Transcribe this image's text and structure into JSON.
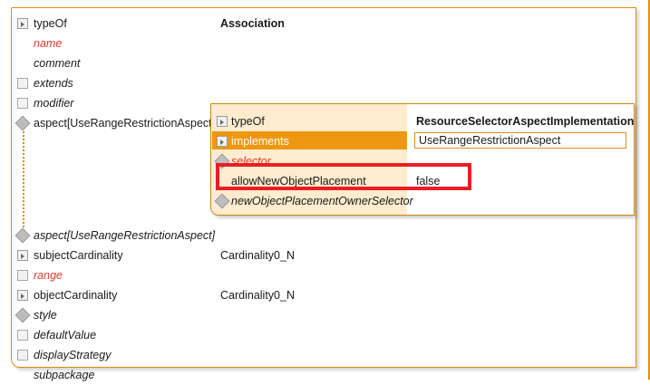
{
  "panel": {
    "name": "association-property-editor",
    "rows": [
      {
        "icon": "expand-icon",
        "label": "typeOf",
        "value": "Association",
        "italic": false,
        "bold_value": true,
        "red": false
      },
      {
        "icon": "none",
        "label": "name",
        "value": "",
        "italic": true,
        "bold_value": false,
        "red": true
      },
      {
        "icon": "none",
        "label": "comment",
        "value": "",
        "italic": true,
        "bold_value": false,
        "red": false
      },
      {
        "icon": "checkbox-icon",
        "label": "extends",
        "value": "",
        "italic": true,
        "bold_value": false,
        "red": false
      },
      {
        "icon": "checkbox-icon",
        "label": "modifier",
        "value": "",
        "italic": true,
        "bold_value": false,
        "red": false
      },
      {
        "icon": "diamond-icon",
        "label": "aspect[UseRangeRestrictionAspect]",
        "value": "",
        "italic": false,
        "bold_value": false,
        "red": false
      },
      {
        "icon": "diamond-icon",
        "label": "aspect[UseRangeRestrictionAspect]",
        "value": "",
        "italic": true,
        "bold_value": false,
        "red": false
      },
      {
        "icon": "expand-icon",
        "label": "subjectCardinality",
        "value": "Cardinality0_N",
        "italic": false,
        "bold_value": false,
        "red": false
      },
      {
        "icon": "checkbox-icon",
        "label": "range",
        "value": "",
        "italic": true,
        "bold_value": false,
        "red": true
      },
      {
        "icon": "expand-icon",
        "label": "objectCardinality",
        "value": "Cardinality0_N",
        "italic": false,
        "bold_value": false,
        "red": false
      },
      {
        "icon": "diamond-icon",
        "label": "style",
        "value": "",
        "italic": true,
        "bold_value": false,
        "red": false
      },
      {
        "icon": "checkbox-icon",
        "label": "defaultValue",
        "value": "",
        "italic": true,
        "bold_value": false,
        "red": false
      },
      {
        "icon": "checkbox-icon",
        "label": "displayStrategy",
        "value": "",
        "italic": true,
        "bold_value": false,
        "red": false
      },
      {
        "icon": "none",
        "label": "subpackage",
        "value": "",
        "italic": true,
        "bold_value": false,
        "red": false
      }
    ]
  },
  "inner_panel": {
    "name": "aspect-implementation-editor",
    "rows": [
      {
        "icon": "expand-icon",
        "label": "typeOf",
        "value": "ResourceSelectorAspectImplementation",
        "italic": false,
        "bold_value": true,
        "red": false,
        "highlight": false,
        "value_boxed": false
      },
      {
        "icon": "expand-icon",
        "label": "implements",
        "value": "UseRangeRestrictionAspect",
        "italic": false,
        "bold_value": false,
        "red": false,
        "highlight": true,
        "value_boxed": true
      },
      {
        "icon": "diamond-icon",
        "label": "selector",
        "value": "",
        "italic": true,
        "bold_value": false,
        "red": true,
        "highlight": false,
        "value_boxed": false
      },
      {
        "icon": "none",
        "label": "allowNewObjectPlacement",
        "value": "false",
        "italic": false,
        "bold_value": false,
        "red": false,
        "highlight": false,
        "value_boxed": false
      },
      {
        "icon": "diamond-icon",
        "label": "newObjectPlacementOwnerSelector",
        "value": "",
        "italic": true,
        "bold_value": false,
        "red": false,
        "highlight": false,
        "value_boxed": false
      }
    ]
  },
  "annotation": {
    "name": "red-highlight-rectangle",
    "target_row_label": "allowNewObjectPlacement",
    "target_row_value": "false",
    "color": "#ed1c24"
  },
  "colors": {
    "panel_border": "#e08a14",
    "inner_panel_border": "#c8860f",
    "inner_panel_fill": "#fdeccd",
    "row_highlight": "#ee9710",
    "required_text": "#e03a2f",
    "annotation": "#ed1c24",
    "value_box_border": "#d99218"
  }
}
